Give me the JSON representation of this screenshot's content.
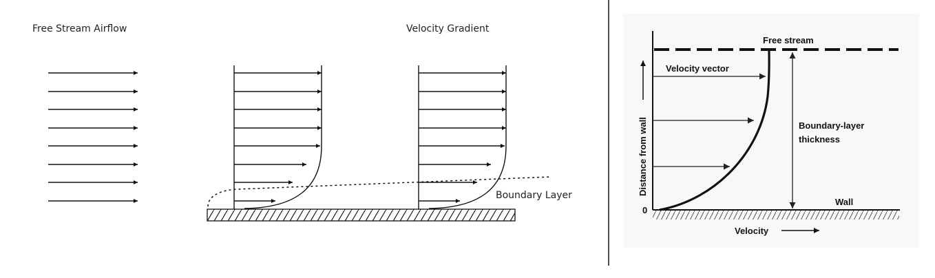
{
  "left_diagram": {
    "free_stream_label": "Free Stream Airflow",
    "velocity_gradient_label": "Velocity Gradient",
    "boundary_layer_label": "Boundary Layer"
  },
  "right_diagram": {
    "free_stream_label": "Free stream",
    "velocity_vector_label": "Velocity vector",
    "thickness_label_line1": "Boundary-layer",
    "thickness_label_line2": "thickness",
    "wall_label": "Wall",
    "origin_label": "0",
    "x_axis_label": "Velocity",
    "y_axis_label": "Distance from wall"
  },
  "colors": {
    "line": "#111111",
    "right_bg": "#f7f7f7"
  }
}
